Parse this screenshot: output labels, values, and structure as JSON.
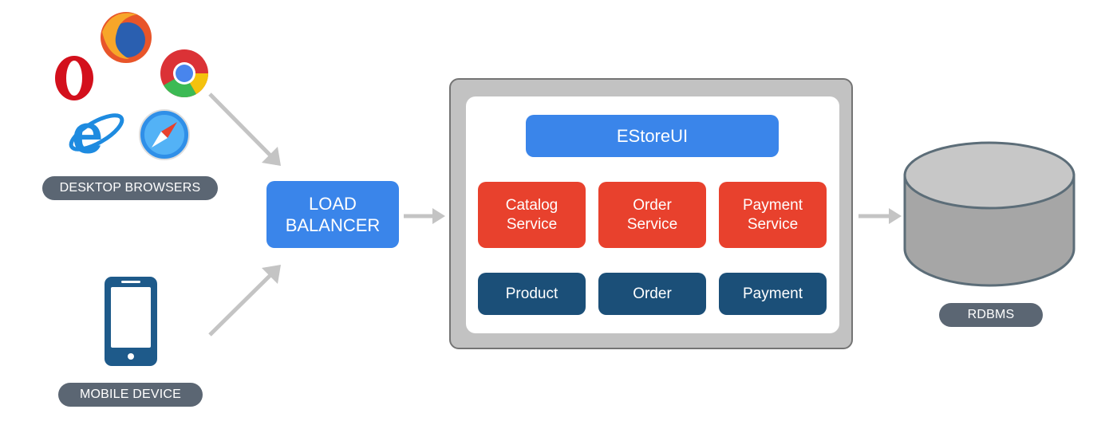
{
  "labels": {
    "desktop_browsers": "DESKTOP BROWSERS",
    "mobile_device": "MOBILE DEVICE",
    "load_balancer": "LOAD\nBALANCER",
    "estore_ui": "EStoreUI",
    "catalog_service": "Catalog\nService",
    "order_service": "Order\nService",
    "payment_service": "Payment\nService",
    "product_db": "Product",
    "order_db": "Order",
    "payment_db": "Payment",
    "rdbms": "RDBMS"
  },
  "icons": [
    "opera-icon",
    "firefox-icon",
    "chrome-icon",
    "internet-explorer-icon",
    "safari-icon",
    "mobile-phone-icon",
    "database-cylinder-icon"
  ],
  "colors": {
    "load_balancer": "#3a85ea",
    "estore_ui": "#3a85ea",
    "service": "#e8412d",
    "database": "#1b4f78",
    "label_pill": "#5b6673",
    "arrow": "#c4c4c4",
    "container": "#c2c2c2"
  }
}
